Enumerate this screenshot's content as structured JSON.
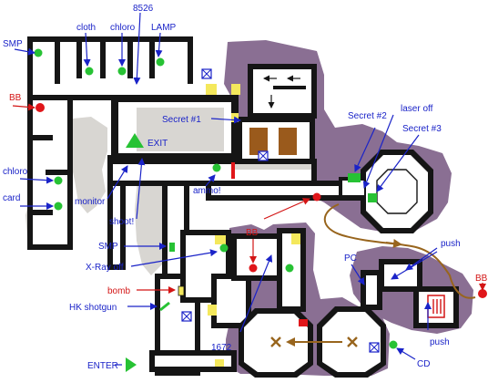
{
  "labels": {
    "smp_top": "SMP",
    "cloth": "cloth",
    "chloro_top": "chloro",
    "code_8526": "8526",
    "lamp": "LAMP",
    "bb_left": "BB",
    "secret1": "Secret #1",
    "exit": "EXIT",
    "chloro_left": "chloro",
    "card": "card",
    "monitor": "monitor",
    "ammo": "ammo!",
    "shoot": "shoot!",
    "smp_mid": "SMP",
    "xray_off": "X-Ray off",
    "bomb": "bomb",
    "hk_shotgun": "HK shotgun",
    "enter": "ENTER",
    "code_1672": "1672",
    "bb_center": "BB",
    "secret2": "Secret #2",
    "laser_off": "laser off",
    "secret3": "Secret #3",
    "push_1": "push",
    "bb_right": "BB",
    "pc": "PC",
    "push_2": "push",
    "cd": "CD"
  },
  "colors": {
    "background": "#ffffff",
    "cave": "#8a6f93",
    "cave_rock": "#d8d6d2",
    "floor": "#ffffff",
    "wall": "#151515",
    "door_yellow": "#f4e85c",
    "item_green": "#27c234",
    "enemy_red": "#e0161a",
    "door_brown": "#9a5a1c",
    "label_blue": "#1a23c8",
    "label_red": "#d31515",
    "path_brown": "#98651d"
  }
}
